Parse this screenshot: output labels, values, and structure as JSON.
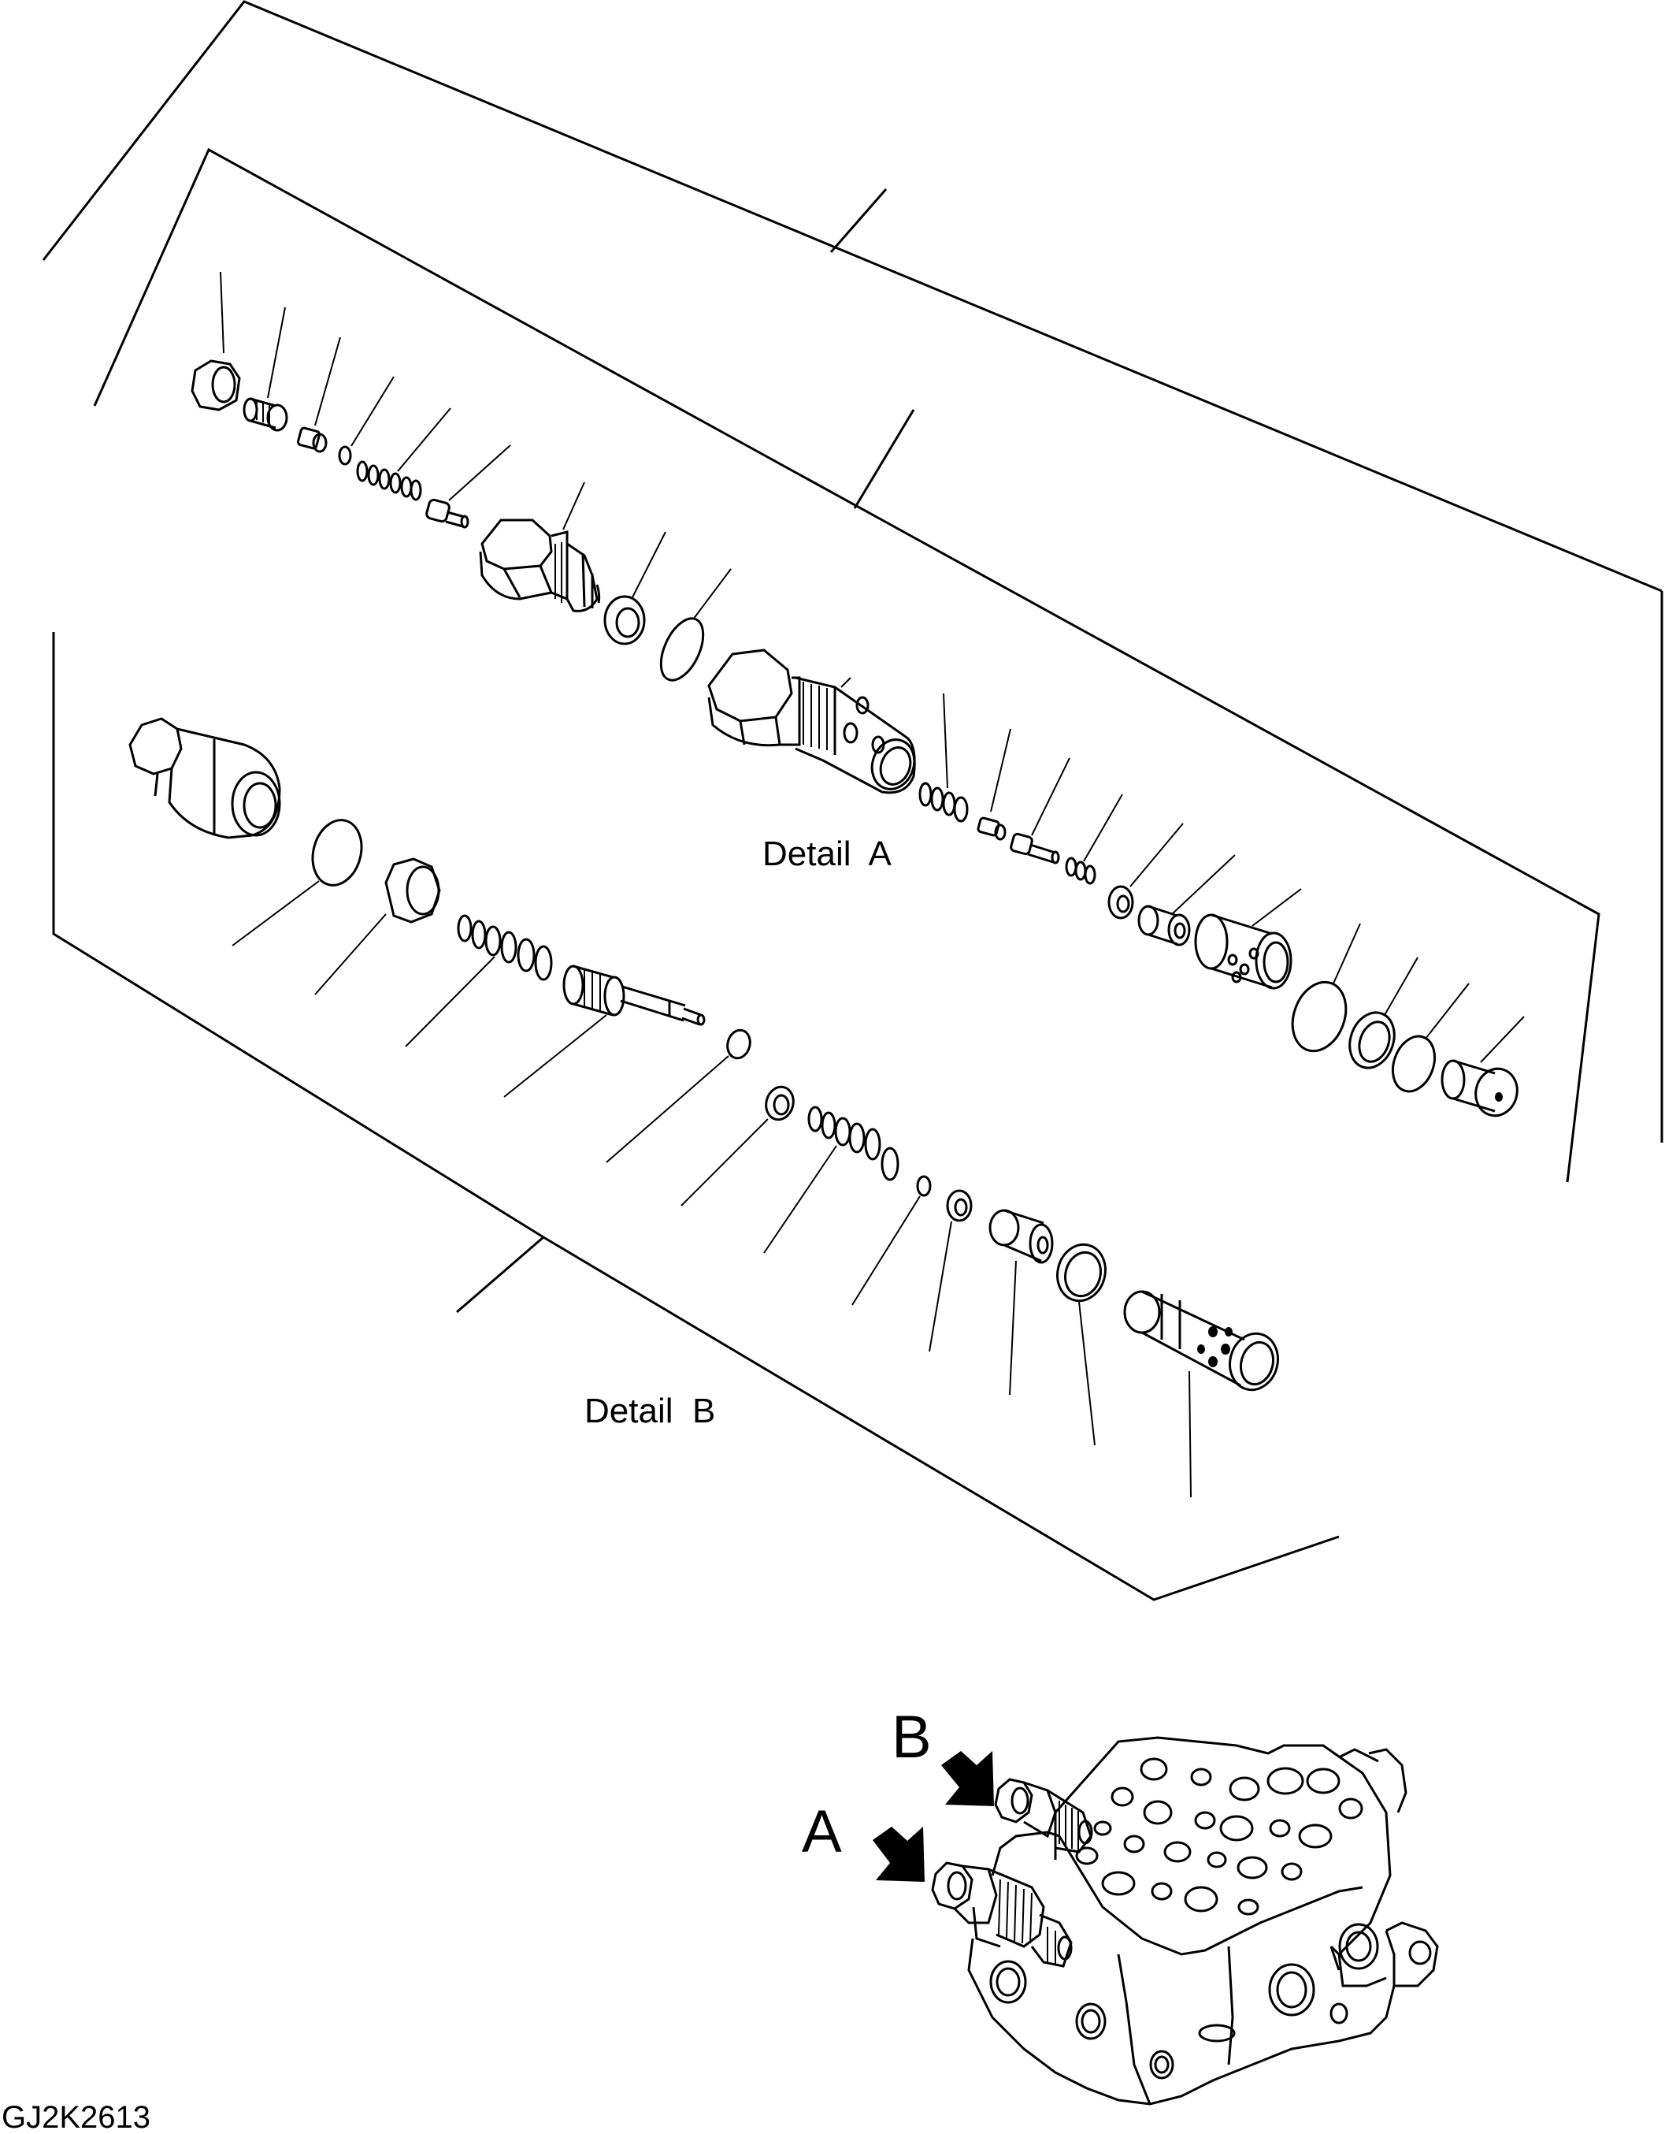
{
  "labels": {
    "detail_a": "Detail  A",
    "detail_b": "Detail  B",
    "marker_a": "A",
    "marker_b": "B",
    "drawing_code": "GJ2K2613"
  }
}
